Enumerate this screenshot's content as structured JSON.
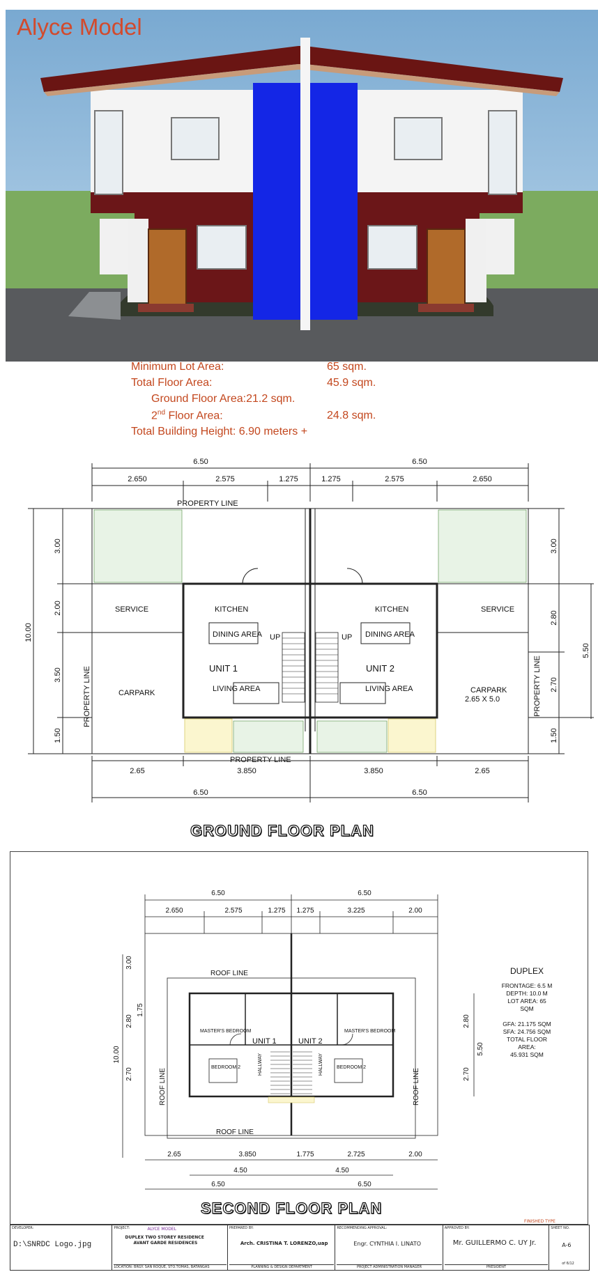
{
  "render": {
    "title": "Alyce Model"
  },
  "specs": {
    "min_lot_label": "Minimum Lot Area:",
    "min_lot_value": "65 sqm.",
    "tfa_label": "Total Floor Area:",
    "tfa_value": "45.9 sqm.",
    "gfa_text": "Ground Floor Area:21.2 sqm.",
    "sfa_label_pre": "2",
    "sfa_label_sup": "nd",
    "sfa_label_post": " Floor Area:",
    "sfa_value": "24.8 sqm.",
    "height_text": "Total Building Height:  6.90 meters +"
  },
  "ground_plan": {
    "title": "GROUND FLOOR PLAN",
    "dim_top_total": [
      "6.50",
      "6.50"
    ],
    "dim_top_parts": [
      "2.650",
      "2.575",
      "1.275",
      "1.275",
      "2.575",
      "2.650"
    ],
    "dim_bottom_parts": [
      "2.65",
      "3.850",
      "3.850",
      "2.65"
    ],
    "dim_bottom_total": [
      "6.50",
      "6.50"
    ],
    "dim_left": [
      "3.00",
      "2.00",
      "3.50",
      "1.50"
    ],
    "dim_left_total": "10.00",
    "dim_right": [
      "3.00",
      "2.80",
      "2.70",
      "1.50"
    ],
    "dim_right_total": "5.50",
    "property_line": "PROPERTY LINE",
    "rooms": {
      "service": "SERVICE",
      "kitchen": "KITCHEN",
      "dining": "DINING AREA",
      "living": "LIVING AREA",
      "carpark": "CARPARK",
      "carpark_size": "2.65 X 5.0",
      "unit1": "UNIT 1",
      "unit2": "UNIT 2",
      "up": "UP"
    }
  },
  "second_plan": {
    "title": "SECOND FLOOR PLAN",
    "dim_top_total": [
      "6.50",
      "6.50"
    ],
    "dim_top_parts": [
      "2.650",
      "2.575",
      "1.275",
      "1.275",
      "3.225",
      "2.00"
    ],
    "dim_bottom_parts": [
      "2.65",
      "3.850",
      "1.775",
      "2.725",
      "2.00"
    ],
    "dim_bottom_mid": [
      "4.50",
      "4.50"
    ],
    "dim_bottom_total": [
      "6.50",
      "6.50"
    ],
    "dim_left": [
      "3.00",
      "2.80",
      "1.75",
      "2.70"
    ],
    "dim_left_total": "10.00",
    "dim_right": [
      "2.80",
      "2.70"
    ],
    "dim_right_total": "5.50",
    "roof_line": "ROOF LINE",
    "rooms": {
      "master": "MASTER'S BEDROOM",
      "bed2": "BEDROOM 2",
      "hallway": "HALLWAY",
      "unit1": "UNIT 1",
      "unit2": "UNIT 2"
    },
    "duplex": {
      "heading": "DUPLEX",
      "lines": [
        "FRONTAGE: 6.5 M",
        "DEPTH: 10.0 M",
        "LOT AREA: 65",
        "SQM",
        "",
        "GFA: 21.175 SQM",
        "SFA: 24.756 SQM",
        "TOTAL FLOOR",
        "AREA:",
        "45.931 SQM"
      ]
    }
  },
  "title_block": {
    "finished_type": "FINISHED TYPE",
    "developer_cap": "DEVELOPER:",
    "developer_val": "D:\\SNRDC Logo.jpg",
    "project_cap": "PROJECT:",
    "project_model": "ALYCE MODEL",
    "project_l1": "DUPLEX TWO STOREY RESIDENCE",
    "project_l2": "AVANT GARDE RESIDENCES",
    "location": "LOCATION: BRGY. SAN ROQUE, STO.TOMAS, BATANGAS",
    "prepared_cap": "PREPARED BY:",
    "prepared_val": "Arch. CRISTINA T. LORENZO,uap",
    "prepared_sub": "PLANNING & DESIGN DEPARTMENT",
    "recommending_cap": "RECOMMENDING APPROVAL:",
    "recommending_val": "Engr. CYNTHIA I. LINATO",
    "recommending_sub": "PROJECT ADMINISTRATION MANAGER",
    "approved_cap": "APPROVED BY:",
    "approved_val": "Mr. GUILLERMO C. UY Jr.",
    "approved_sub": "PRESIDENT",
    "sheet_cap": "SHEET NO.",
    "sheet_val": "A-6",
    "sheet_sub": "of 6/12"
  },
  "colors": {
    "accent": "#c3471e",
    "wall_dark": "#6b1618",
    "blue_panel": "#1426e6",
    "roof": "#6a1513"
  }
}
